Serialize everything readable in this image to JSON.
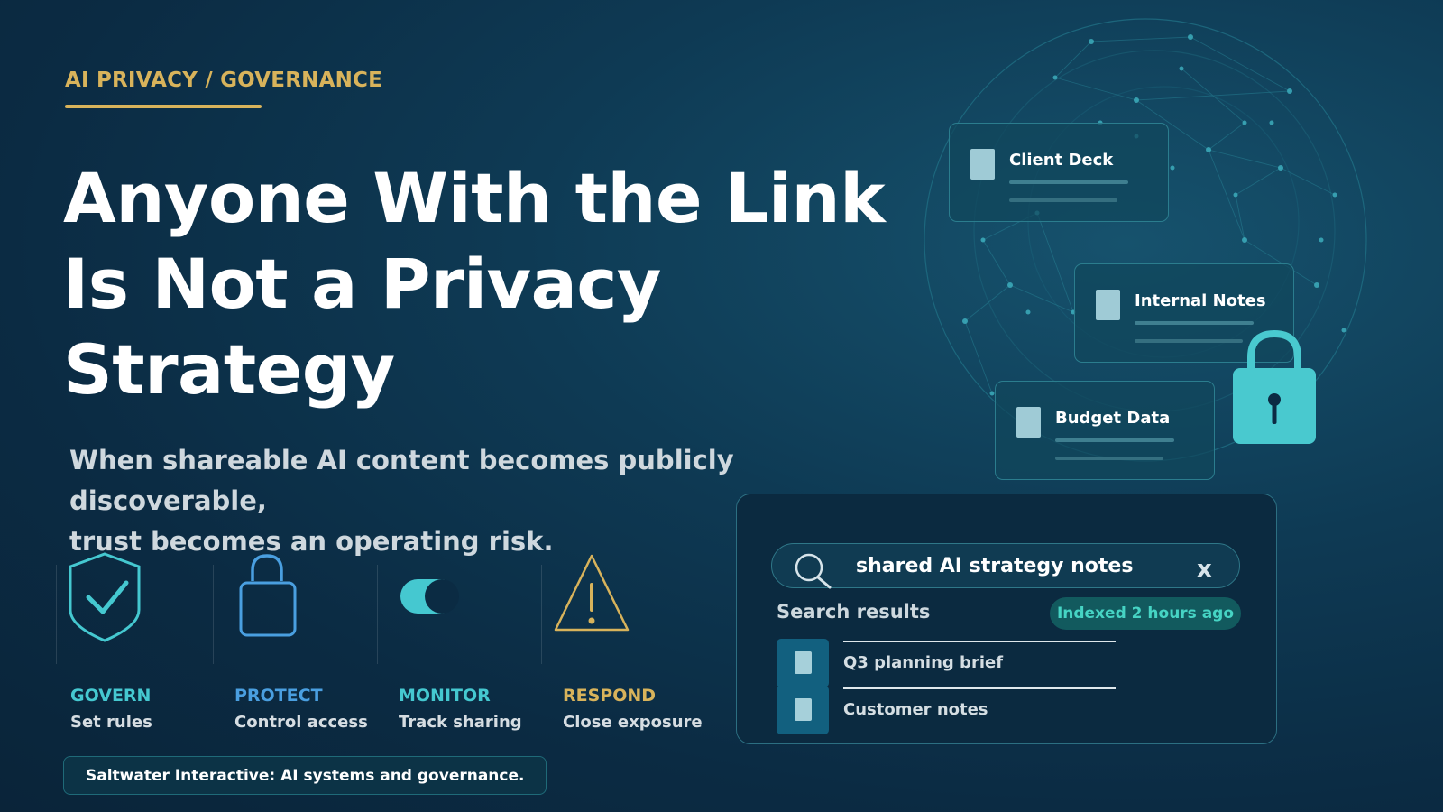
{
  "header": {
    "kicker": "AI PRIVACY / GOVERNANCE",
    "title_lines": [
      "Anyone With the Link",
      "Is Not a Privacy",
      "Strategy"
    ],
    "subtitle_lines": [
      "When shareable AI content becomes publicly discoverable,",
      "trust becomes an operating risk."
    ]
  },
  "pillars": [
    {
      "title": "GOVERN",
      "subtitle": "Set rules",
      "icon": "shield-check-icon",
      "color": "#45c8d0"
    },
    {
      "title": "PROTECT",
      "subtitle": "Control access",
      "icon": "padlock-icon",
      "color": "#4a9fe0"
    },
    {
      "title": "MONITOR",
      "subtitle": "Track sharing",
      "icon": "toggle-icon",
      "color": "#45c8d0"
    },
    {
      "title": "RESPOND",
      "subtitle": "Close exposure",
      "icon": "warning-icon",
      "color": "#d8b35b"
    }
  ],
  "footer": {
    "text": "Saltwater Interactive: AI systems and governance."
  },
  "documents": [
    {
      "name": "Client Deck"
    },
    {
      "name": "Internal Notes"
    },
    {
      "name": "Budget Data"
    }
  ],
  "search": {
    "query": "shared AI strategy notes",
    "clear_label": "x",
    "results_label": "Search results",
    "indexed_badge": "Indexed 2 hours ago",
    "results": [
      "Q3 planning brief",
      "Customer notes"
    ]
  },
  "colors": {
    "accent_gold": "#d8b35b",
    "accent_teal": "#45c8d0",
    "accent_blue": "#4a9fe0",
    "background": "#0e3a54"
  }
}
